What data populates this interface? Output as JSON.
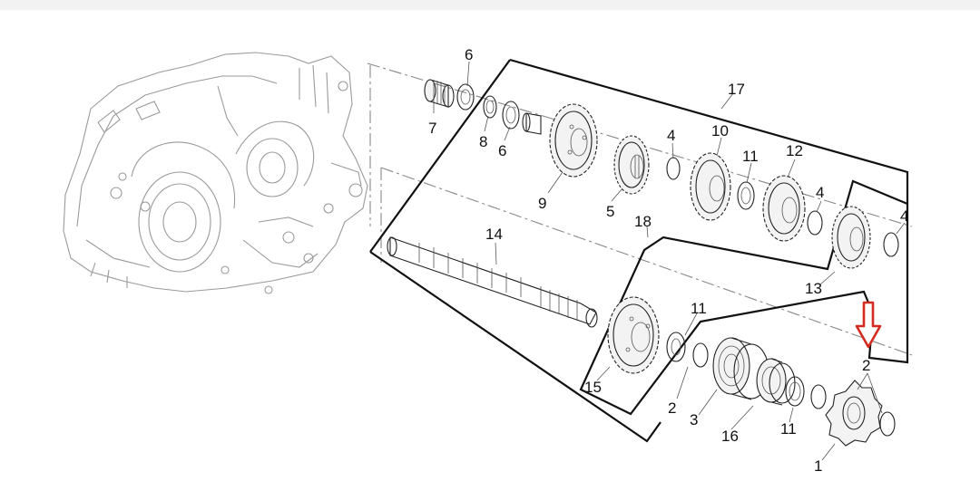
{
  "diagram": {
    "accent_color": "#d42a1f",
    "labels": {
      "p1": "1",
      "p2a": "2",
      "p2b": "2",
      "p3": "3",
      "p4a": "4",
      "p4b": "4",
      "p4c": "4",
      "p5": "5",
      "p6a": "6",
      "p6b": "6",
      "p7": "7",
      "p8": "8",
      "p9": "9",
      "p10": "10",
      "p11a": "11",
      "p11b": "11",
      "p11c": "11",
      "p12": "12",
      "p13": "13",
      "p14": "14",
      "p15": "15",
      "p16": "16",
      "p17": "17",
      "p18": "18"
    },
    "highlight": {
      "icon": "down-arrow-icon",
      "points_to": "2"
    }
  }
}
